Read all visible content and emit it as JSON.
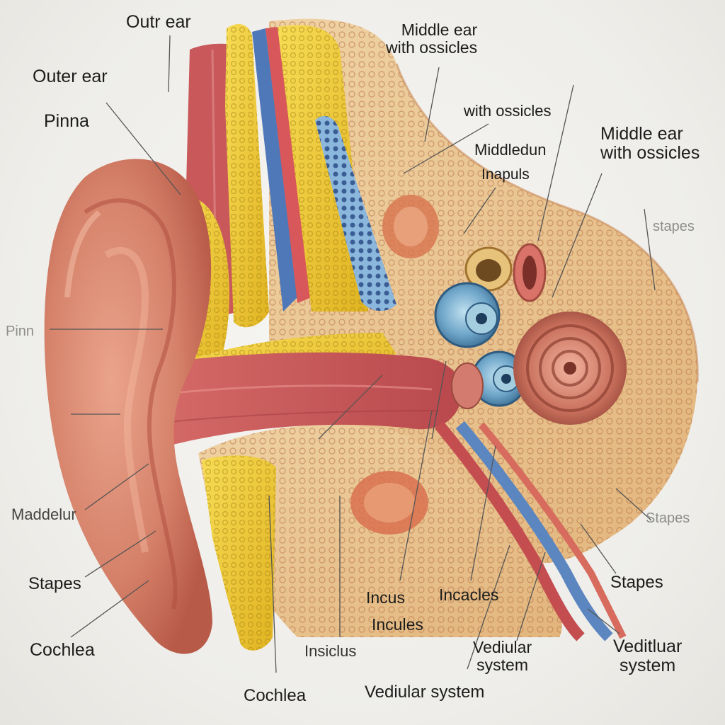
{
  "labels": {
    "outer_ear_top": "Outr ear",
    "outer_ear_left": "Outer ear",
    "pinna": "Pinna",
    "pinna_faint": "Pinn",
    "middle_ear_top": "Middle ear\nwith ossicles",
    "with_ossicles": "with ossicles",
    "middle_ear_right": "Middle ear\nwith ossicles",
    "middledun": "Middledun",
    "inapuls": "Inapuls",
    "stapes_top_right": "stapes",
    "stapes_mid_right": "Stapes",
    "stapes_right": "Stapes",
    "maddelur": "Maddelur",
    "stapes_left": "Stapes",
    "cochlea_left": "Cochlea",
    "incus": "Incus",
    "incules": "Incules",
    "incacles": "Incacles",
    "insiclus": "Insiclus",
    "cochlea_bottom": "Cochlea",
    "vediular_system_bottom": "Vediular system",
    "vediular_system_center": "Vediular\nsystem",
    "veditluar_system": "Veditluar\nsystem"
  },
  "colors": {
    "skin": "#d9846c",
    "cartilage_yellow": "#f2cf3a",
    "bone_tan": "#e9c48e",
    "canal_red": "#c8525a",
    "nerve_blue": "#5b86c0",
    "ossicle_blue": "#6fa6c9",
    "cochlea_pink": "#cf7e6c"
  }
}
